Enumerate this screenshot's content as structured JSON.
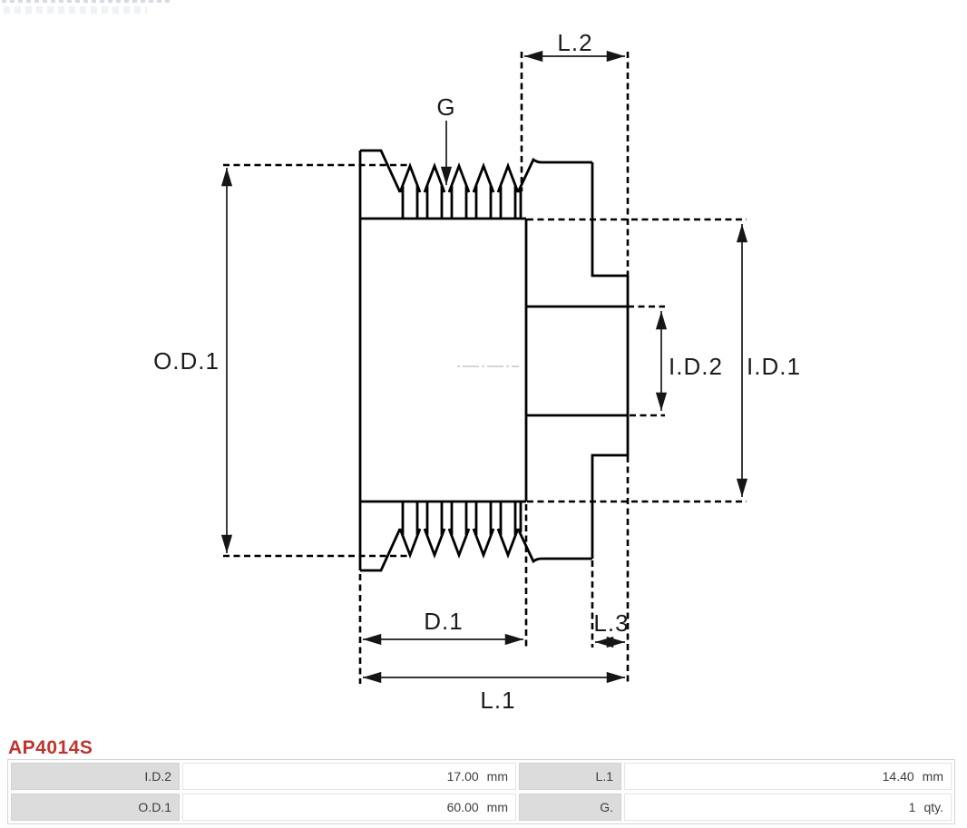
{
  "drawing": {
    "labels": {
      "l2": "L.2",
      "g": "G",
      "od1": "O.D.1",
      "id2": "I.D.2",
      "id1": "I.D.1",
      "d1": "D.1",
      "l3": "L.3",
      "l1": "L.1"
    }
  },
  "part": {
    "code": "AP4014S"
  },
  "colors": {
    "part_code": "#c0342f",
    "drawing_line": "#000000",
    "table_label_bg": "#dcdcdc"
  },
  "table": {
    "rows": [
      [
        {
          "label": "I.D.2",
          "value": "17.00",
          "unit": "mm"
        },
        {
          "label": "L.1",
          "value": "14.40",
          "unit": "mm"
        }
      ],
      [
        {
          "label": "O.D.1",
          "value": "60.00",
          "unit": "mm"
        },
        {
          "label": "G.",
          "value": "1",
          "unit": "qty."
        }
      ]
    ]
  }
}
